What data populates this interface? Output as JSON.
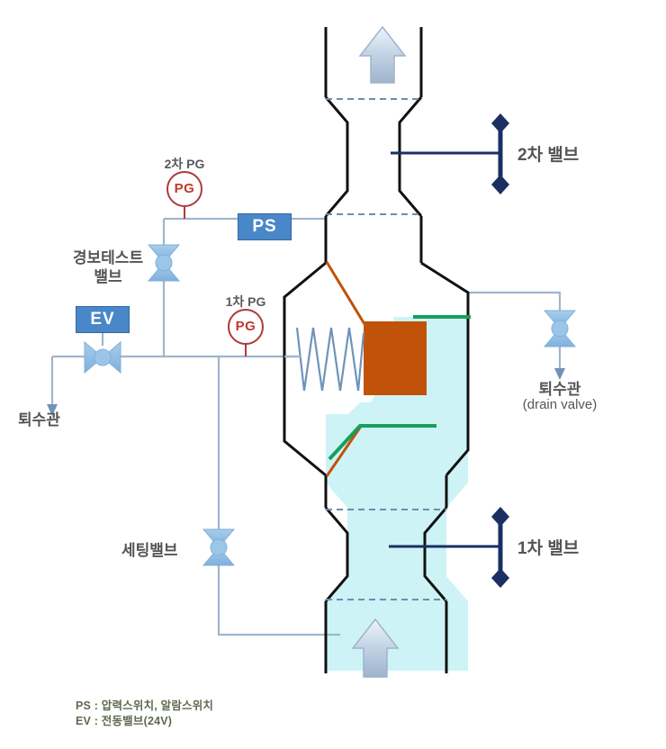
{
  "diagram": {
    "title": "preaction alarm valve schematic",
    "colors": {
      "pipe_outline": "#111111",
      "water_fill": "#cdf3f6",
      "clapper": "#c1520a",
      "seat_green": "#16a05a",
      "spring": "#6f93bb",
      "instrument_line": "#9fb6cc",
      "tag_blue": "#4a87c8",
      "gauge_red": "#b03a3a",
      "valve_blue": "#8fbde4",
      "arrow_navy": "#1b2f63",
      "flow_arrow": "#b8cbe0",
      "legend_text": "#5e6b4e"
    }
  },
  "labels": {
    "secondary_valve": "2차 밸브",
    "primary_valve": "1차 밸브",
    "secondary_pg": "2차 PG",
    "primary_pg": "1차 PG",
    "pg_symbol": "PG",
    "pressure_switch": "PS",
    "solenoid_valve": "EV",
    "alarm_test_valve_line1": "경보테스트",
    "alarm_test_valve_line2": "밸브",
    "setting_valve": "세팅밸브",
    "drain_left": "퇴수관",
    "drain_right_line1": "퇴수관",
    "drain_right_line2": "(drain valve)"
  },
  "legend": {
    "line1": "PS : 압력스위치, 알람스위치",
    "line2": "EV : 전동밸브(24V)"
  }
}
